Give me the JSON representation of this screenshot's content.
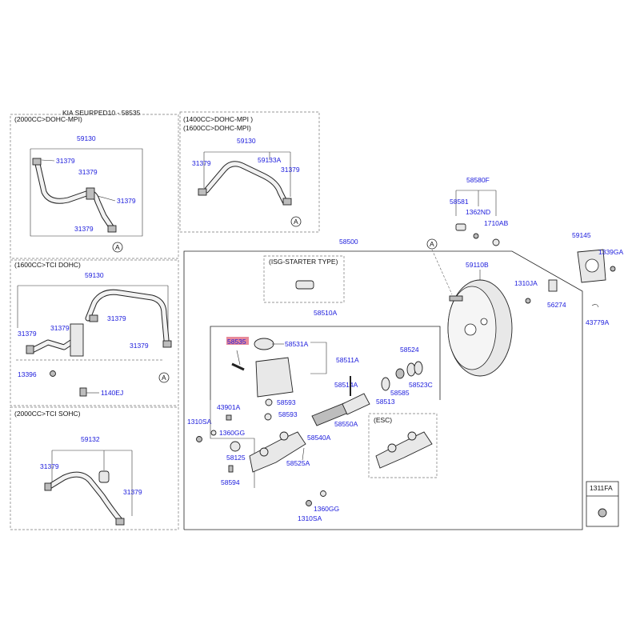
{
  "caption": "KIA SEURPED10 - 58535",
  "sections": {
    "s1": {
      "title": "(2000CC>DOHC-MPI)",
      "assembly": "59130",
      "clips": [
        "31379",
        "31379",
        "31379",
        "31379"
      ],
      "ref": "A"
    },
    "s2": {
      "title_line1": "(1400CC>DOHC-MPI )",
      "title_line2": "(1600CC>DOHC-MPI)",
      "assembly": "59130",
      "left": "31379",
      "center": "59133A",
      "right": "31379",
      "ref": "A"
    },
    "s3": {
      "title": "(1600CC>TCI DOHC)",
      "assembly": "59130",
      "clips": [
        "31379",
        "31379",
        "31379"
      ],
      "p13396": "13396",
      "p1140ej": "1140EJ",
      "ref": "A"
    },
    "s4": {
      "title": "(2000CC>TCI SOHC)",
      "assembly": "59132",
      "left": "31379",
      "right": "31379"
    }
  },
  "main": {
    "assembly": "58500",
    "isg_title": "(ISG-STARTER TYPE)",
    "reservoir_box": "58510A",
    "p58535": "58535",
    "p58531A": "58531A",
    "p58511A": "58511A",
    "p58514A": "58514A",
    "p58593a": "58593",
    "p58593b": "58593",
    "p43901A": "43901A",
    "p1310SA_a": "1310SA",
    "p1360GG_a": "1360GG",
    "p58125": "58125",
    "p58594": "58594",
    "p58525A": "58525A",
    "p58540A": "58540A",
    "p58550A": "58550A",
    "p58513": "58513",
    "p58585": "58585",
    "p58524": "58524",
    "p58523C": "58523C",
    "esc_title": "(ESC)",
    "p1360GG_b": "1360GG",
    "p1310SA_b": "1310SA",
    "booster": "59110B",
    "p1310JA": "1310JA",
    "p56274": "56274",
    "ref": "A"
  },
  "pedal": {
    "assembly": "58580F",
    "p58581": "58581",
    "p1362ND": "1362ND",
    "p1710AB": "1710AB"
  },
  "gasket": {
    "p59145": "59145",
    "p1339GA": "1339GA",
    "p43779A": "43779A"
  },
  "fa_box": {
    "title": "1311FA"
  },
  "colors": {
    "label": "#1a1adc",
    "highlight": "#e88a9a",
    "line": "#222222"
  }
}
